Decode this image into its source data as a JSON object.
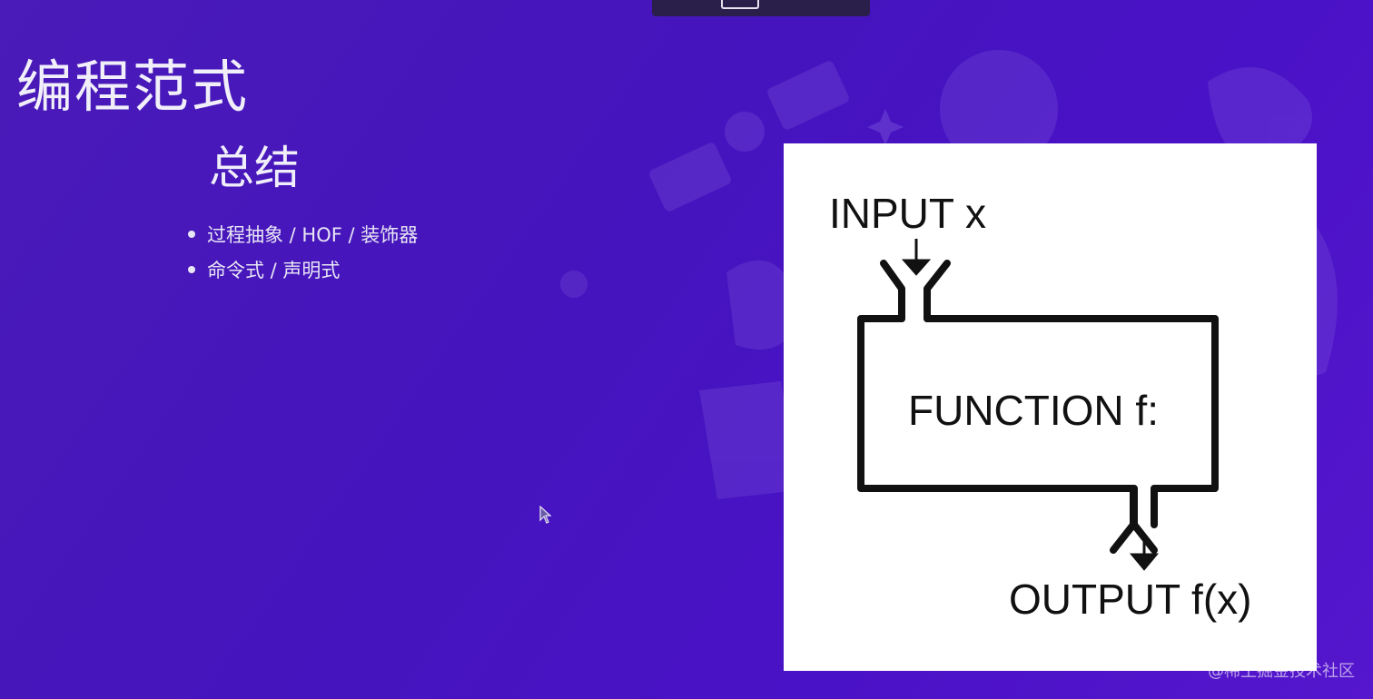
{
  "slide": {
    "title": "编程范式",
    "subtitle": "总结",
    "bullets": [
      "过程抽象 / HOF / 装饰器",
      "命令式 / 声明式"
    ]
  },
  "diagram": {
    "input_label": "INPUT x",
    "function_label": "FUNCTION f:",
    "output_label": "OUTPUT f(x)"
  },
  "watermark": "@稀土掘金技术社区",
  "colors": {
    "background": "#4a16c0",
    "panel": "#ffffff",
    "ink": "#111111"
  },
  "icons": {
    "cursor": "mouse-pointer-icon",
    "bullet": "bullet-dot-icon"
  }
}
